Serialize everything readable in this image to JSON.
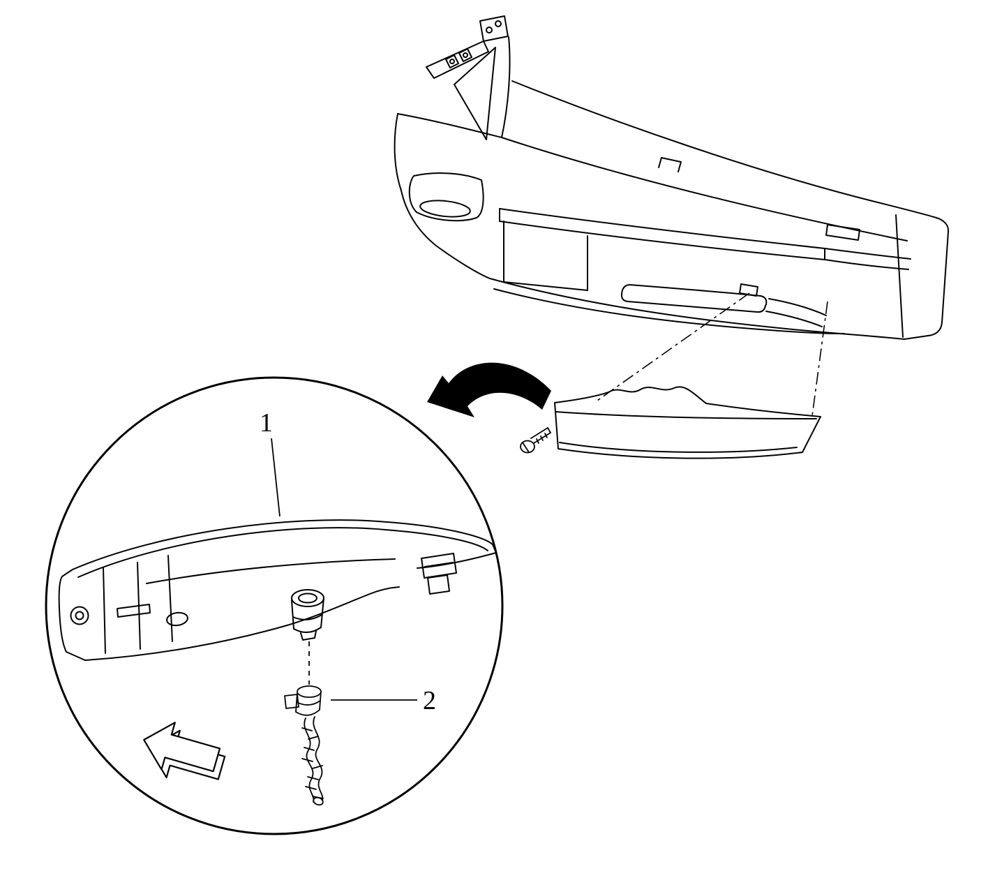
{
  "figure": {
    "type": "exploded-parts-diagram",
    "colors": {
      "line": "#000000",
      "background": "#ffffff"
    },
    "callouts": [
      {
        "number": "1",
        "part": "lamp-assembly"
      },
      {
        "number": "2",
        "part": "bulb-socket-connector"
      }
    ]
  }
}
